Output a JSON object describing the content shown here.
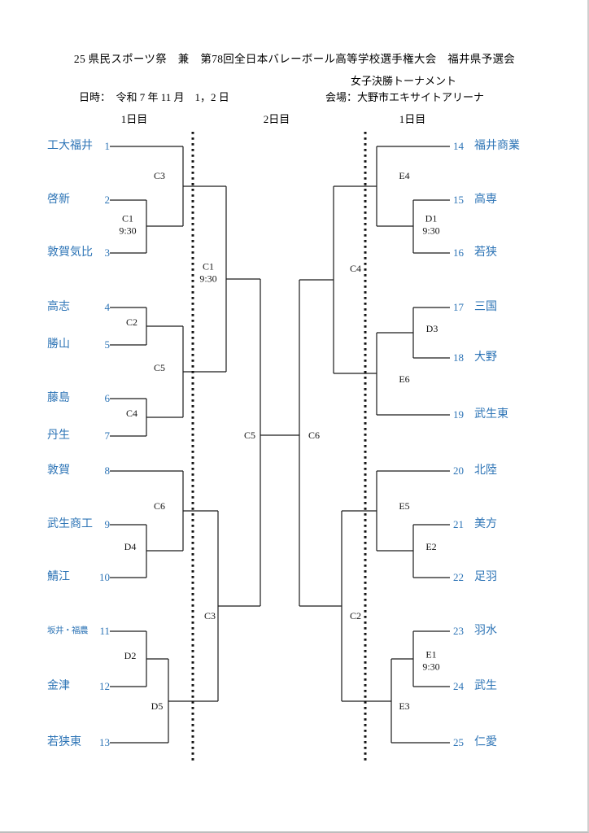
{
  "header": {
    "title": "25 県民スポーツ祭　兼　第78回全日本バレーボール高等学校選手権大会　福井県予選会",
    "subtitle": "女子決勝トーナメント",
    "date": "日時：　令和 7 年 11 月　1，2 日",
    "venue": "会場：大野市エキサイトアリーナ",
    "day_headers": [
      "1日目",
      "2日目",
      "1日目"
    ]
  },
  "colors": {
    "team_text": "#2d74b6",
    "lines": "#1a1a1a"
  },
  "bracket": {
    "teams_left": [
      {
        "seed": "1",
        "name": "工大福井"
      },
      {
        "seed": "2",
        "name": "啓新"
      },
      {
        "seed": "3",
        "name": "敦賀気比"
      },
      {
        "seed": "4",
        "name": "高志"
      },
      {
        "seed": "5",
        "name": "勝山"
      },
      {
        "seed": "6",
        "name": "藤島"
      },
      {
        "seed": "7",
        "name": "丹生"
      },
      {
        "seed": "8",
        "name": "敦賀"
      },
      {
        "seed": "9",
        "name": "武生商工"
      },
      {
        "seed": "10",
        "name": "鯖江"
      },
      {
        "seed": "11",
        "name": "坂井・福農"
      },
      {
        "seed": "12",
        "name": "金津"
      },
      {
        "seed": "13",
        "name": "若狭東"
      }
    ],
    "teams_right": [
      {
        "seed": "14",
        "name": "福井商業"
      },
      {
        "seed": "15",
        "name": "高専"
      },
      {
        "seed": "16",
        "name": "若狭"
      },
      {
        "seed": "17",
        "name": "三国"
      },
      {
        "seed": "18",
        "name": "大野"
      },
      {
        "seed": "19",
        "name": "武生東"
      },
      {
        "seed": "20",
        "name": "北陸"
      },
      {
        "seed": "21",
        "name": "美方"
      },
      {
        "seed": "22",
        "name": "足羽"
      },
      {
        "seed": "23",
        "name": "羽水"
      },
      {
        "seed": "24",
        "name": "武生"
      },
      {
        "seed": "25",
        "name": "仁愛"
      }
    ],
    "matches": {
      "left_day1": {
        "c1": {
          "label": "C1",
          "time": "9:30"
        },
        "c2": {
          "label": "C2"
        },
        "c3": {
          "label": "C3"
        },
        "c4": {
          "label": "C4"
        },
        "c5": {
          "label": "C5"
        },
        "c6": {
          "label": "C6"
        },
        "d2": {
          "label": "D2"
        },
        "d4": {
          "label": "D4"
        },
        "d5": {
          "label": "D5"
        }
      },
      "left_day2": {
        "c1": {
          "label": "C1",
          "time": "9:30"
        },
        "c3": {
          "label": "C3"
        },
        "c5": {
          "label": "C5"
        }
      },
      "right_day1": {
        "d1": {
          "label": "D1",
          "time": "9:30"
        },
        "d3": {
          "label": "D3"
        },
        "e1": {
          "label": "E1",
          "time": "9:30"
        },
        "e2": {
          "label": "E2"
        },
        "e3": {
          "label": "E3"
        },
        "e4": {
          "label": "E4"
        },
        "e5": {
          "label": "E5"
        },
        "e6": {
          "label": "E6"
        }
      },
      "right_day2": {
        "c2": {
          "label": "C2"
        },
        "c4": {
          "label": "C4"
        },
        "c6": {
          "label": "C6"
        }
      }
    }
  }
}
